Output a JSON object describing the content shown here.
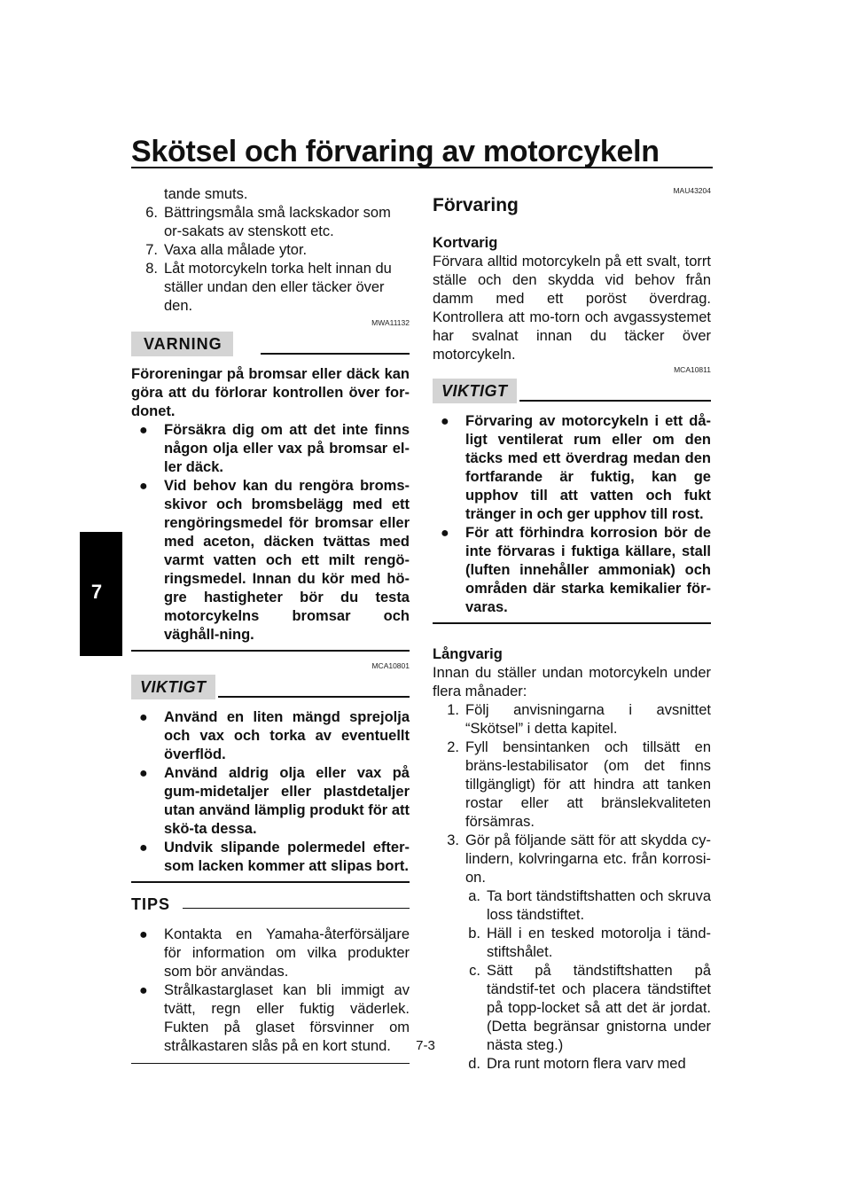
{
  "header": {
    "title": "Skötsel och förvaring av motorcykeln"
  },
  "chapter_tab": "7",
  "page_number": "7-3",
  "left": {
    "intro_cont": "tande smuts.",
    "steps": [
      {
        "n": "6.",
        "text": "Bättringsmåla små lackskador som or-sakats av stenskott etc."
      },
      {
        "n": "7.",
        "text": "Vaxa alla målade ytor."
      },
      {
        "n": "8.",
        "text": "Låt motorcykeln torka helt innan du ställer undan den eller täcker över den."
      }
    ],
    "warning": {
      "code": "MWA11132",
      "label": "VARNING",
      "lead": "Föroreningar på bromsar eller däck kan göra att du förlorar kontrollen över for-donet.",
      "bullets": [
        "Försäkra dig om att det inte finns någon olja eller vax på bromsar el-ler däck.",
        "Vid behov kan du rengöra broms-skivor och bromsbelägg med ett rengöringsmedel för bromsar eller med aceton, däcken tvättas med varmt vatten och ett milt rengö-ringsmedel. Innan du kör med hö-gre hastigheter bör du testa motorcykelns bromsar och väghåll-ning."
      ]
    },
    "notice": {
      "code": "MCA10801",
      "label": "VIKTIGT",
      "bullets": [
        "Använd en liten mängd sprejolja och vax och torka av eventuellt överflöd.",
        "Använd aldrig olja eller vax på gum-midetaljer eller plastdetaljer utan använd lämplig produkt för att skö-ta dessa.",
        "Undvik slipande polermedel efter-som lacken kommer att slipas bort."
      ]
    },
    "tips": {
      "label": "TIPS",
      "bullets": [
        "Kontakta en Yamaha-återförsäljare för information om vilka produkter som bör användas.",
        "Strålkastarglaset kan bli immigt av tvätt, regn eller fuktig väderlek. Fukten på glaset försvinner om strålkastaren slås på en kort stund."
      ]
    }
  },
  "right": {
    "code": "MAU43204",
    "section_title": "Förvaring",
    "short_title": "Kortvarig",
    "short_text": "Förvara alltid motorcykeln på ett svalt, torrt ställe och den skydda vid behov från damm med ett poröst överdrag. Kontrollera att mo-torn och avgassystemet har svalnat innan du täcker över motorcykeln.",
    "notice": {
      "code": "MCA10811",
      "label": "VIKTIGT",
      "bullets": [
        "Förvaring av motorcykeln i ett då-ligt ventilerat rum eller om den täcks med ett överdrag medan den fortfarande är fuktig, kan ge upphov till att vatten och fukt tränger in och ger upphov till rost.",
        "För att förhindra korrosion bör de inte förvaras i fuktiga källare, stall (luften innehåller ammoniak) och områden där starka kemikalier för-varas."
      ]
    },
    "long_title": "Långvarig",
    "long_text": "Innan du ställer undan motorcykeln under flera månader:",
    "steps": [
      {
        "n": "1.",
        "text": "Följ anvisningarna i avsnittet “Skötsel” i detta kapitel."
      },
      {
        "n": "2.",
        "text": "Fyll bensintanken och tillsätt en bräns-lestabilisator (om det finns tillgängligt) för att hindra att tanken rostar eller att bränslekvaliteten försämras."
      },
      {
        "n": "3.",
        "text": "Gör på följande sätt för att skydda cy-lindern, kolvringarna etc. från korrosi-on."
      }
    ],
    "substeps": [
      {
        "n": "a.",
        "text": "Ta bort tändstiftshatten och skruva loss tändstiftet."
      },
      {
        "n": "b.",
        "text": "Häll i en tesked motorolja i tänd-stiftshålet."
      },
      {
        "n": "c.",
        "text": "Sätt på tändstiftshatten på tändstif-tet och placera tändstiftet på topp-locket så att det är jordat. (Detta begränsar gnistorna under nästa steg.)"
      },
      {
        "n": "d.",
        "text": "Dra runt motorn flera varv med"
      }
    ]
  }
}
